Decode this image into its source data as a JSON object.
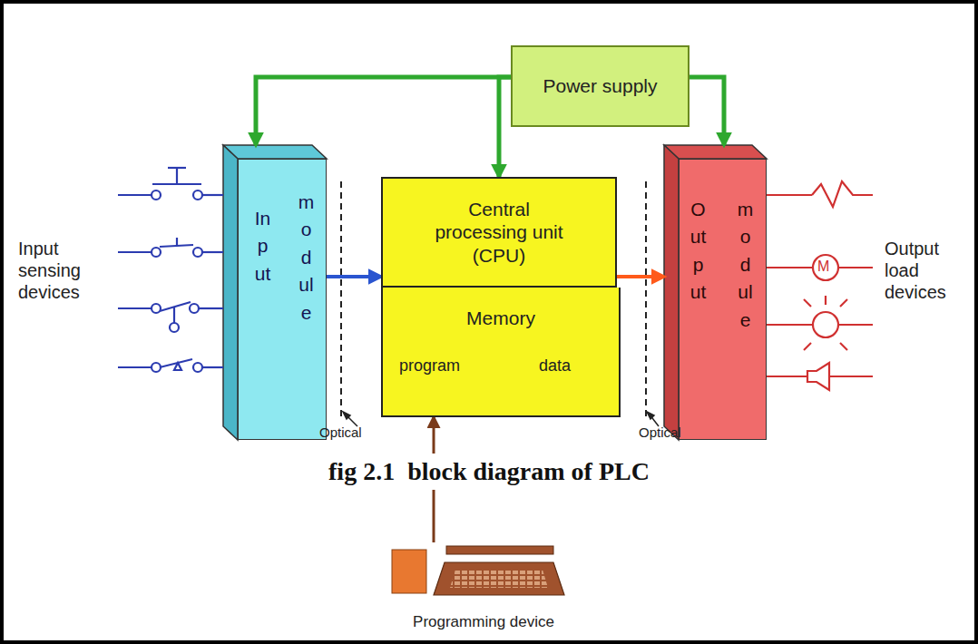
{
  "diagram": {
    "caption": "fig 2.1  block diagram of PLC",
    "nodes": [
      {
        "text": [
          "Power supply"
        ]
      },
      {
        "text": [
          "Input",
          "module"
        ]
      },
      {
        "text": [
          "Central processing unit (CPU)"
        ]
      },
      {
        "text": [
          "Memory",
          "program",
          "data"
        ]
      },
      {
        "text": [
          "Output",
          "module"
        ]
      },
      {
        "text": [
          "Programming device"
        ]
      }
    ],
    "edges": [
      {
        "from": 0,
        "to": 1,
        "arrow": "to"
      },
      {
        "from": 0,
        "to": 2,
        "arrow": "to"
      },
      {
        "from": 0,
        "to": 4,
        "arrow": "to"
      },
      {
        "from": 1,
        "to": 2,
        "arrow": "to"
      },
      {
        "from": 2,
        "to": 4,
        "arrow": "to"
      },
      {
        "from": 5,
        "to": 3,
        "arrow": "to"
      }
    ],
    "labels": [
      "Input sensing devices",
      "Output load devices",
      "M",
      "Optical",
      "Optical"
    ]
  }
}
